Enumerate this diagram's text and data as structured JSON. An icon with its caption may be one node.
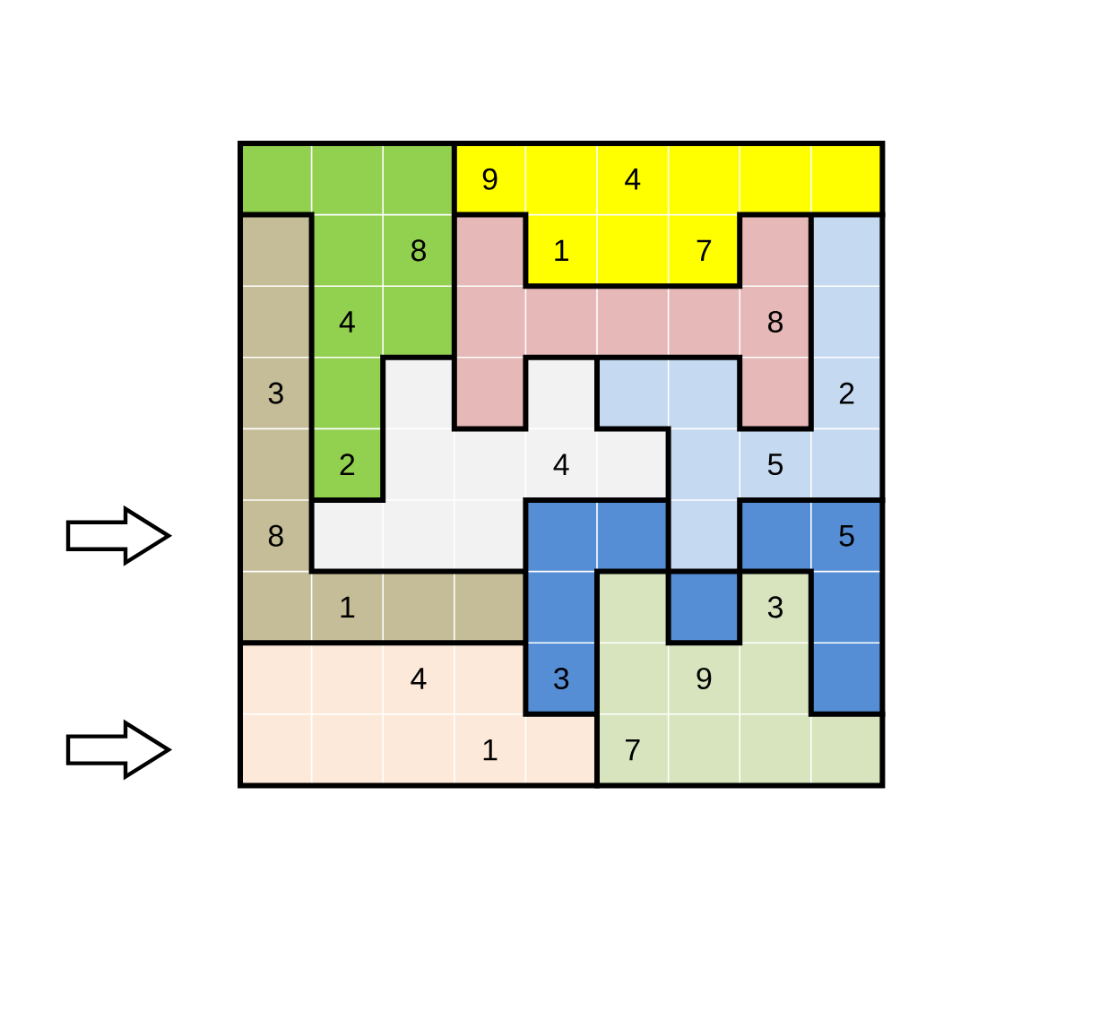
{
  "diagram": {
    "labels": [
      "9",
      "4",
      "8",
      "1",
      "7",
      "4",
      "8",
      "3",
      "2",
      "2",
      "4",
      "5",
      "8",
      "5",
      "1",
      "3",
      "4",
      "3",
      "9",
      "1",
      "7"
    ]
  }
}
